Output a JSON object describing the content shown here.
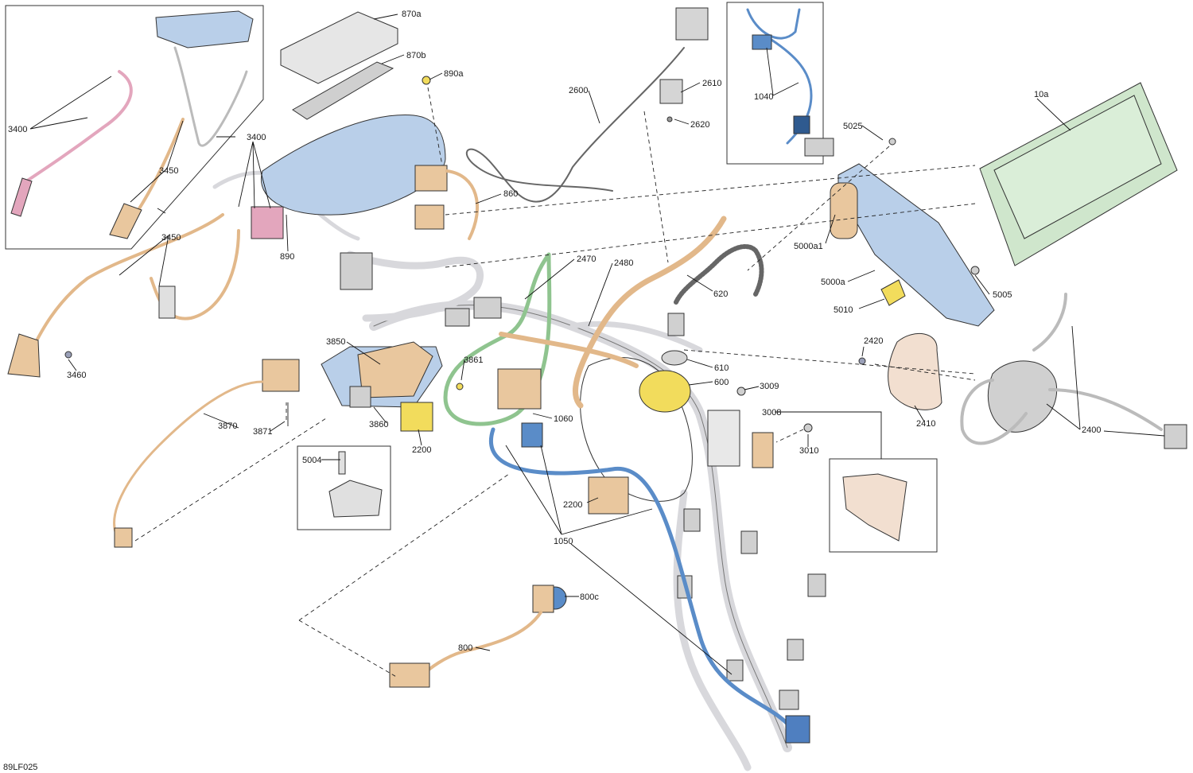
{
  "diagram": {
    "code": "89LF025",
    "labels": [
      "870a",
      "870b",
      "890a",
      "2600",
      "2610",
      "2620",
      "1040",
      "5025",
      "10a",
      "3400",
      "3400",
      "3450",
      "3450",
      "860",
      "890",
      "2470",
      "2480",
      "620",
      "5000a1",
      "5000a",
      "5010",
      "5005",
      "3460",
      "3850",
      "3861",
      "600",
      "610",
      "2420",
      "3009",
      "3008",
      "2410",
      "3870",
      "3871",
      "3860",
      "1060",
      "2200",
      "3010",
      "2400",
      "5004",
      "2200",
      "1050",
      "800c",
      "800"
    ],
    "colors": {
      "blue_part": "#b9cfe9",
      "green_display": "#cfe6cc",
      "tan_part": "#e9c79e",
      "pink_part": "#e3a6bd",
      "yellow_part": "#f2dc5c",
      "gray_part": "#e0e0e0",
      "blue_wire": "#5a8cc8",
      "green_wire": "#8fc48f",
      "tan_wire": "#e2b88a",
      "gray_wire": "#d8d8dc"
    }
  }
}
